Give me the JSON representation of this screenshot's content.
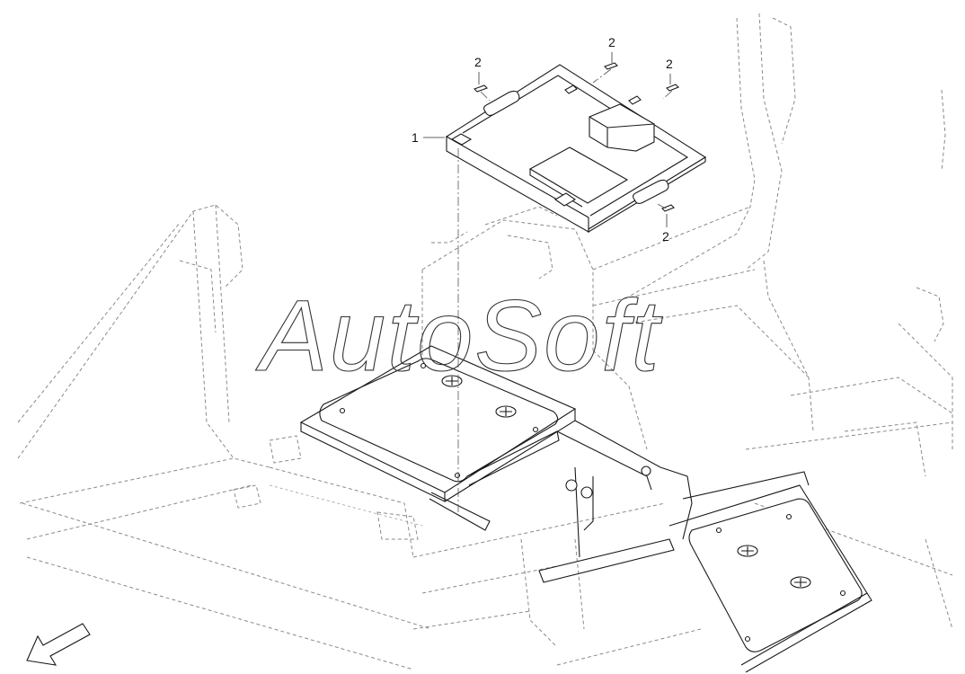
{
  "watermark": {
    "text": "AutoSoft"
  },
  "callouts": [
    {
      "id": "c1",
      "text": "1"
    },
    {
      "id": "c2a",
      "text": "2"
    },
    {
      "id": "c2b",
      "text": "2"
    },
    {
      "id": "c2c",
      "text": "2"
    },
    {
      "id": "c2d",
      "text": "2"
    }
  ],
  "icons": {
    "direction": "direction-arrow-icon"
  }
}
